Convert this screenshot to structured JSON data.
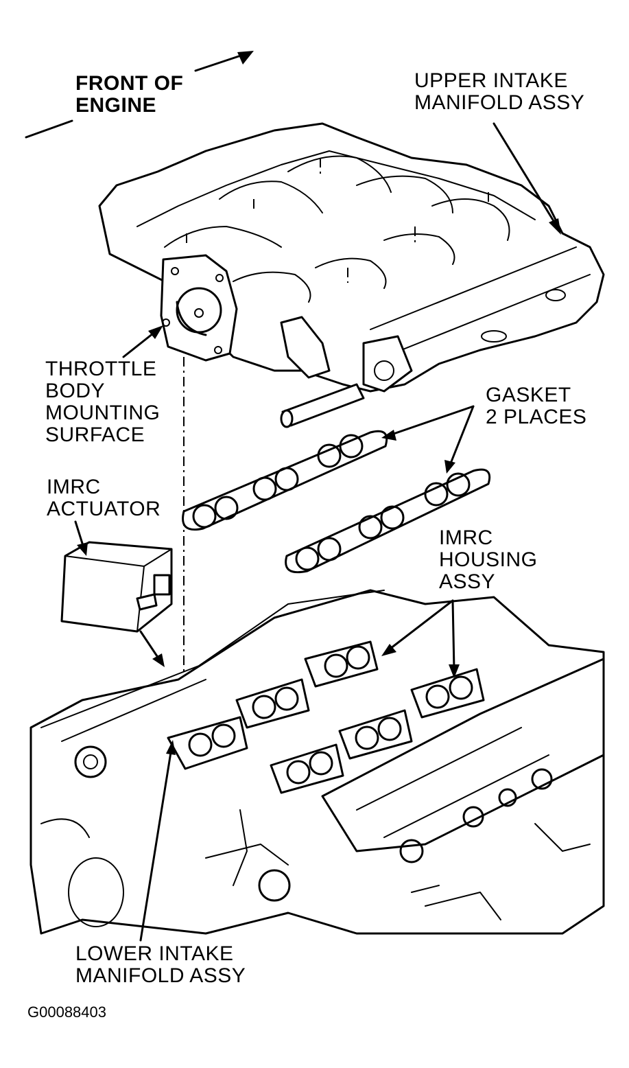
{
  "labels": {
    "front_of_engine": [
      "FRONT OF",
      "ENGINE"
    ],
    "upper_intake": [
      "UPPER INTAKE",
      "MANIFOLD ASSY"
    ],
    "throttle_body": [
      "THROTTLE",
      "BODY",
      "MOUNTING",
      "SURFACE"
    ],
    "gasket": [
      "GASKET",
      "2 PLACES"
    ],
    "imrc_actuator": [
      "IMRC",
      "ACTUATOR"
    ],
    "imrc_housing": [
      "IMRC",
      "HOUSING",
      "ASSY"
    ],
    "lower_intake": [
      "LOWER INTAKE",
      "MANIFOLD ASSY"
    ]
  },
  "figure_id": "G00088403"
}
